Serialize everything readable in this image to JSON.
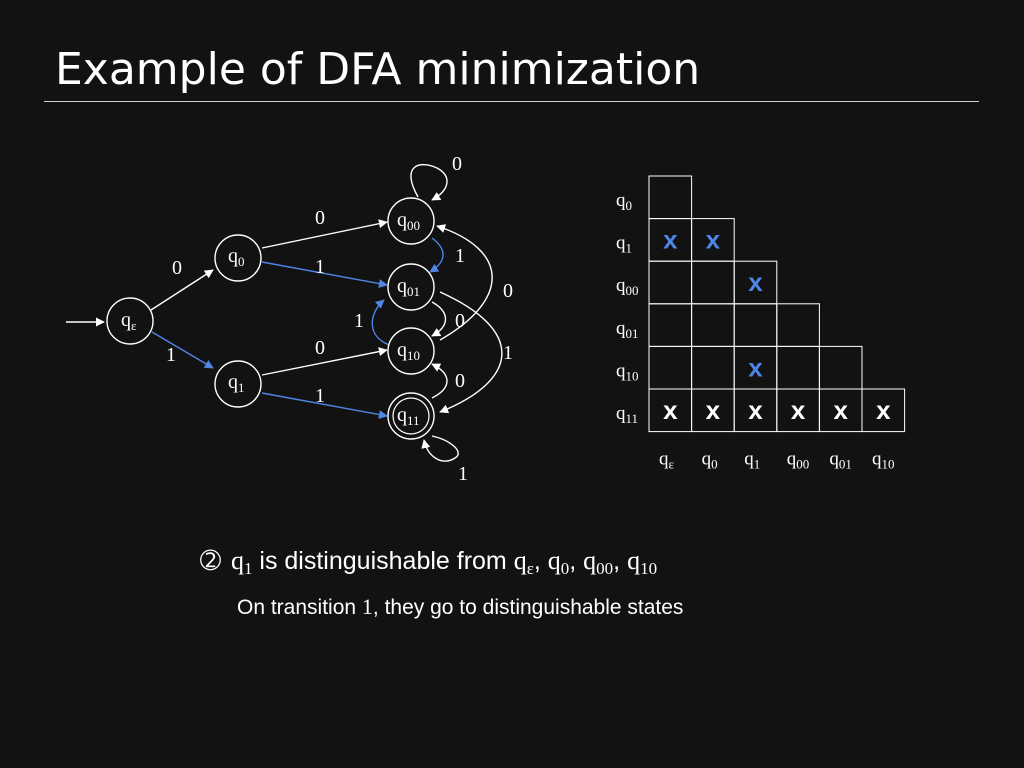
{
  "slide": {
    "title": "Example of DFA minimization"
  },
  "colors": {
    "background": "#121212",
    "foreground": "#ffffff",
    "accent_blue": "#4f86e6"
  },
  "dfa": {
    "states": [
      {
        "id": "qe",
        "base": "q",
        "sub": "ε"
      },
      {
        "id": "q0",
        "base": "q",
        "sub": "0"
      },
      {
        "id": "q1",
        "base": "q",
        "sub": "1"
      },
      {
        "id": "q00",
        "base": "q",
        "sub": "00"
      },
      {
        "id": "q01",
        "base": "q",
        "sub": "01"
      },
      {
        "id": "q10",
        "base": "q",
        "sub": "10"
      },
      {
        "id": "q11",
        "base": "q",
        "sub": "11",
        "accepting": true
      }
    ],
    "start_state": "qe",
    "transitions": [
      {
        "from": "qe",
        "to": "q0",
        "label": "0"
      },
      {
        "from": "qe",
        "to": "q1",
        "label": "1",
        "highlight": true
      },
      {
        "from": "q0",
        "to": "q00",
        "label": "0"
      },
      {
        "from": "q0",
        "to": "q01",
        "label": "1",
        "highlight": true
      },
      {
        "from": "q1",
        "to": "q10",
        "label": "0"
      },
      {
        "from": "q1",
        "to": "q11",
        "label": "1",
        "highlight": true
      },
      {
        "from": "q00",
        "to": "q00",
        "label": "0"
      },
      {
        "from": "q00",
        "to": "q01",
        "label": "1",
        "highlight": true
      },
      {
        "from": "q01",
        "to": "q10",
        "label": "0"
      },
      {
        "from": "q01",
        "to": "q11",
        "label": "1"
      },
      {
        "from": "q10",
        "to": "q01",
        "label": "1",
        "highlight": true
      },
      {
        "from": "q10",
        "to": "q00",
        "label": "0"
      },
      {
        "from": "q11",
        "to": "q11",
        "label": "1"
      },
      {
        "from": "q11",
        "to": "q10",
        "label": "0"
      }
    ]
  },
  "table": {
    "row_labels": [
      {
        "base": "q",
        "sub": "0"
      },
      {
        "base": "q",
        "sub": "1"
      },
      {
        "base": "q",
        "sub": "00"
      },
      {
        "base": "q",
        "sub": "01"
      },
      {
        "base": "q",
        "sub": "10"
      },
      {
        "base": "q",
        "sub": "11"
      }
    ],
    "col_labels": [
      {
        "base": "q",
        "sub": "ε"
      },
      {
        "base": "q",
        "sub": "0"
      },
      {
        "base": "q",
        "sub": "1"
      },
      {
        "base": "q",
        "sub": "00"
      },
      {
        "base": "q",
        "sub": "01"
      },
      {
        "base": "q",
        "sub": "10"
      }
    ],
    "marks": [
      {
        "row": 1,
        "col": 0,
        "text": "x",
        "color": "blue"
      },
      {
        "row": 1,
        "col": 1,
        "text": "x",
        "color": "blue"
      },
      {
        "row": 2,
        "col": 2,
        "text": "x",
        "color": "blue"
      },
      {
        "row": 4,
        "col": 2,
        "text": "x",
        "color": "blue"
      },
      {
        "row": 5,
        "col": 0,
        "text": "x",
        "color": "white"
      },
      {
        "row": 5,
        "col": 1,
        "text": "x",
        "color": "white"
      },
      {
        "row": 5,
        "col": 2,
        "text": "x",
        "color": "white"
      },
      {
        "row": 5,
        "col": 3,
        "text": "x",
        "color": "white"
      },
      {
        "row": 5,
        "col": 4,
        "text": "x",
        "color": "white"
      },
      {
        "row": 5,
        "col": 5,
        "text": "x",
        "color": "white"
      }
    ]
  },
  "bullet": {
    "symbol": "➁",
    "state": {
      "base": "q",
      "sub": "1"
    },
    "text": "is distinguishable from",
    "states": [
      {
        "base": "q",
        "sub": "ε",
        "sep": ", "
      },
      {
        "base": "q",
        "sub": "0",
        "sep": ", "
      },
      {
        "base": "q",
        "sub": "00",
        "sep": ", "
      },
      {
        "base": "q",
        "sub": "10",
        "sep": ""
      }
    ]
  },
  "note": {
    "prefix": "On transition",
    "symbol": "1",
    "suffix": ", they go to distinguishable states"
  }
}
